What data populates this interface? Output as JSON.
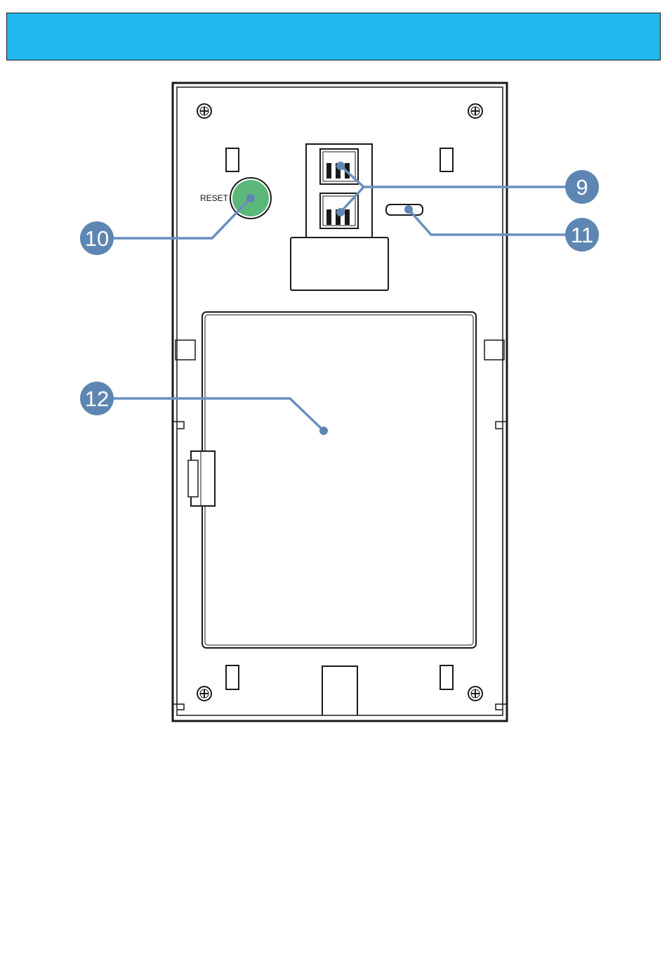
{
  "header": {
    "color": "#22b8ee"
  },
  "device": {
    "reset_label": "RESET",
    "reset_button_color": "#5bb87a"
  },
  "callouts": [
    {
      "number": "9",
      "target": "terminal-connectors"
    },
    {
      "number": "10",
      "target": "reset-button"
    },
    {
      "number": "11",
      "target": "micro-usb-port"
    },
    {
      "number": "12",
      "target": "battery-compartment"
    }
  ],
  "callout_style": {
    "badge_color": "#5e86b3",
    "line_color": "#6a8fc0"
  }
}
